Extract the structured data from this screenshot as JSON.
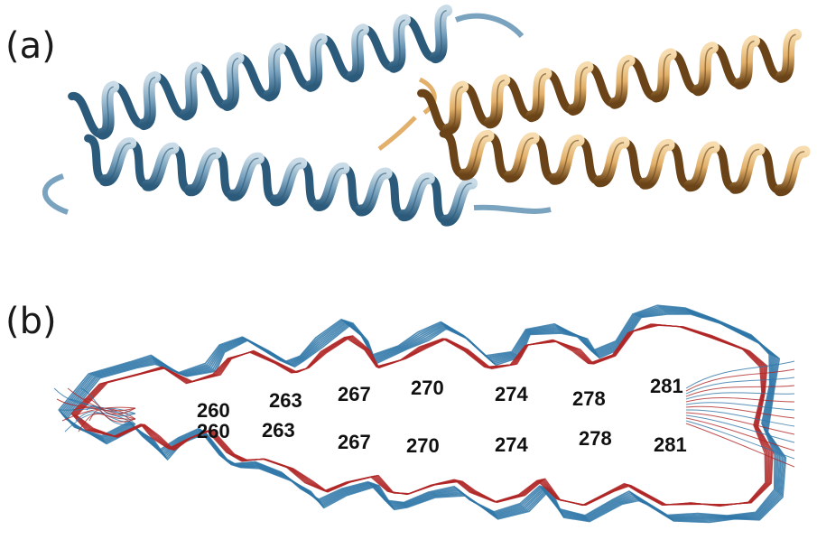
{
  "panels": [
    {
      "label": "(a)"
    },
    {
      "label": "(b)"
    }
  ],
  "colors": {
    "helix_blue": "#7aa3bf",
    "helix_blue_dark": "#2c5a7a",
    "helix_gold": "#e2b06a",
    "helix_gold_dark": "#6a4418",
    "trace_blue": "#2f77a8",
    "trace_red": "#b02626"
  },
  "residues_top": [
    "260",
    "263",
    "267",
    "270",
    "274",
    "278",
    "281"
  ],
  "residues_bottom": [
    "260",
    "263",
    "267",
    "270",
    "274",
    "278",
    "281"
  ]
}
